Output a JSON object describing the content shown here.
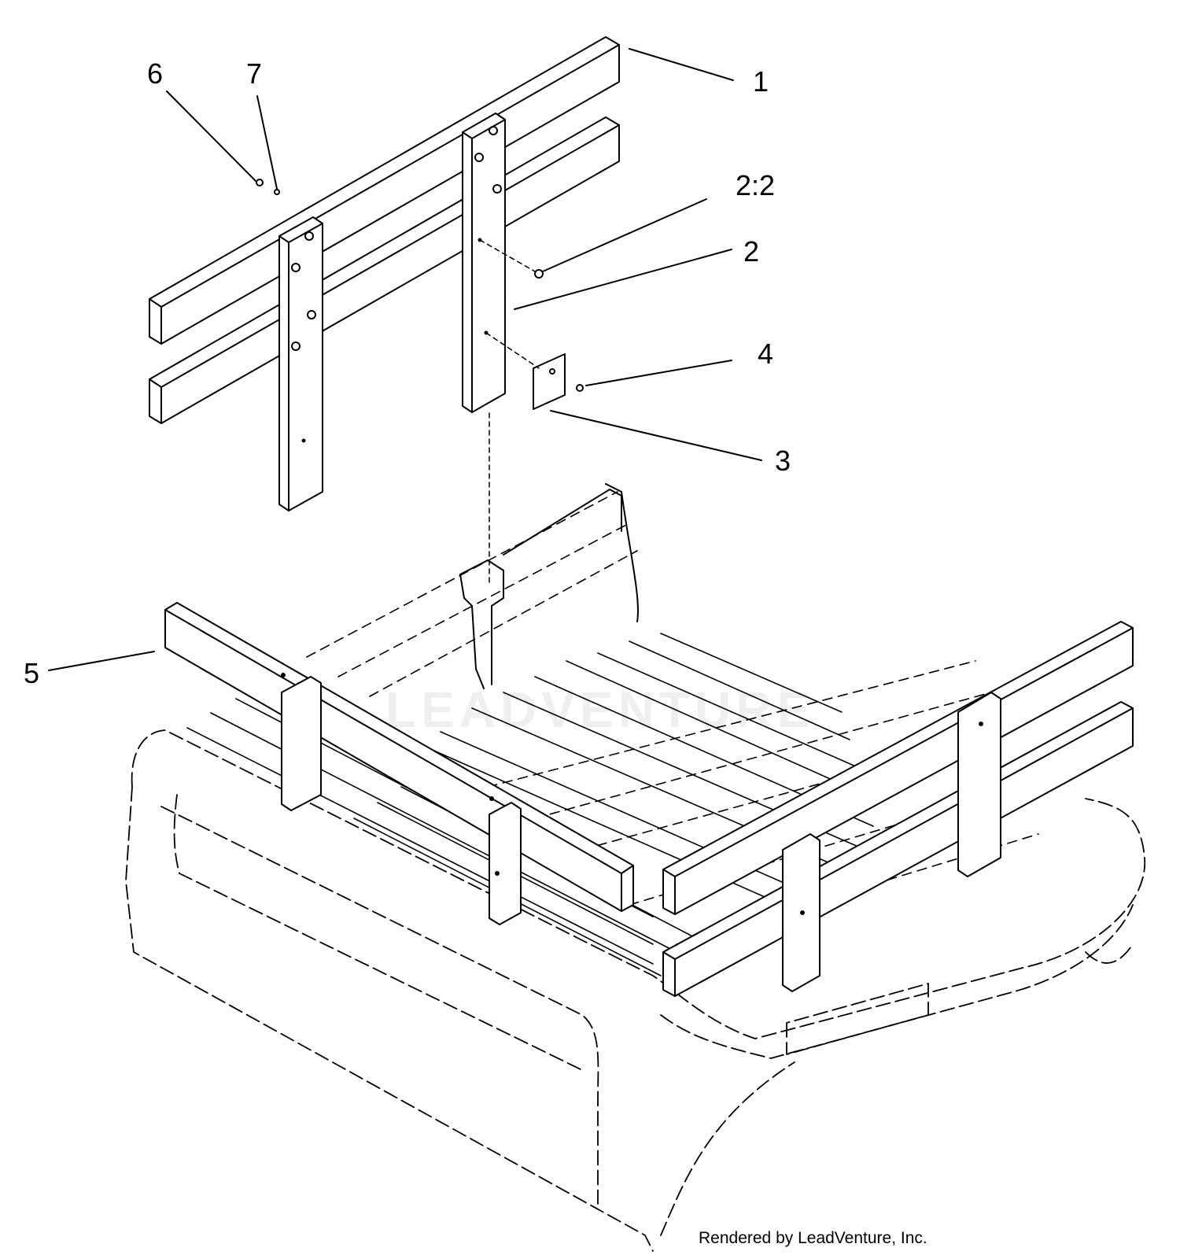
{
  "callouts": [
    {
      "id": "1",
      "label": "1"
    },
    {
      "id": "2",
      "label": "2"
    },
    {
      "id": "2-2",
      "label": "2:2"
    },
    {
      "id": "3",
      "label": "3"
    },
    {
      "id": "4",
      "label": "4"
    },
    {
      "id": "5",
      "label": "5"
    },
    {
      "id": "6",
      "label": "6"
    },
    {
      "id": "7",
      "label": "7"
    }
  ],
  "footer": {
    "credit": "Rendered by LeadVenture, Inc."
  },
  "watermark": {
    "text": "LEADVENTURE"
  },
  "colors": {
    "line": "#000000",
    "background": "#ffffff"
  }
}
